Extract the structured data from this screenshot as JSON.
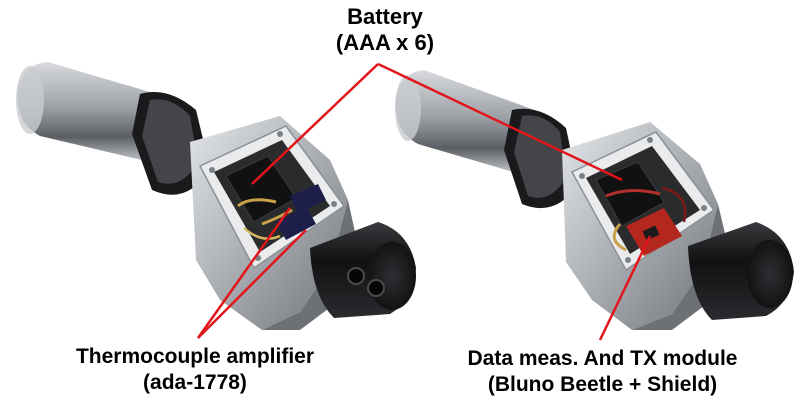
{
  "labels": {
    "battery": {
      "line1": "Battery",
      "line2": "(AAA x 6)"
    },
    "thermocouple": {
      "line1": "Thermocouple amplifier",
      "line2": "(ada-1778)"
    },
    "data_module": {
      "line1": "Data meas. And TX module",
      "line2": "(Bluno Beetle + Shield)"
    }
  },
  "colors": {
    "leader_line": "#e0161b",
    "steel": "#b9bcc0",
    "black_part": "#1c1c1e",
    "pcb_red": "#b3271e"
  }
}
